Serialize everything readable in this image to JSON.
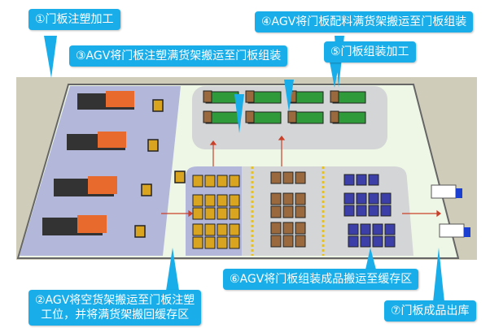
{
  "colors": {
    "callout": "#19aeea",
    "molding_zone": "#b3b7da",
    "aisle": "#eef7e6",
    "assembly_zone": "#d4d5d6",
    "background": "#cfcdb9",
    "machine": "#e86a2c"
  },
  "callouts": {
    "c1": "①门板注塑加工",
    "c2_line1": "②AGV将空货架搬运至门板注塑",
    "c2_line2": "工位，并将满货架搬回缓存区",
    "c3": "③AGV将门板注塑满货架搬运至门板组装",
    "c4": "④AGV将门板配料满货架搬运至门板组装",
    "c5": "⑤门板组装加工",
    "c6": "⑥AGV将门板组装成品搬运至缓存区",
    "c7": "⑦门板成品出库"
  }
}
